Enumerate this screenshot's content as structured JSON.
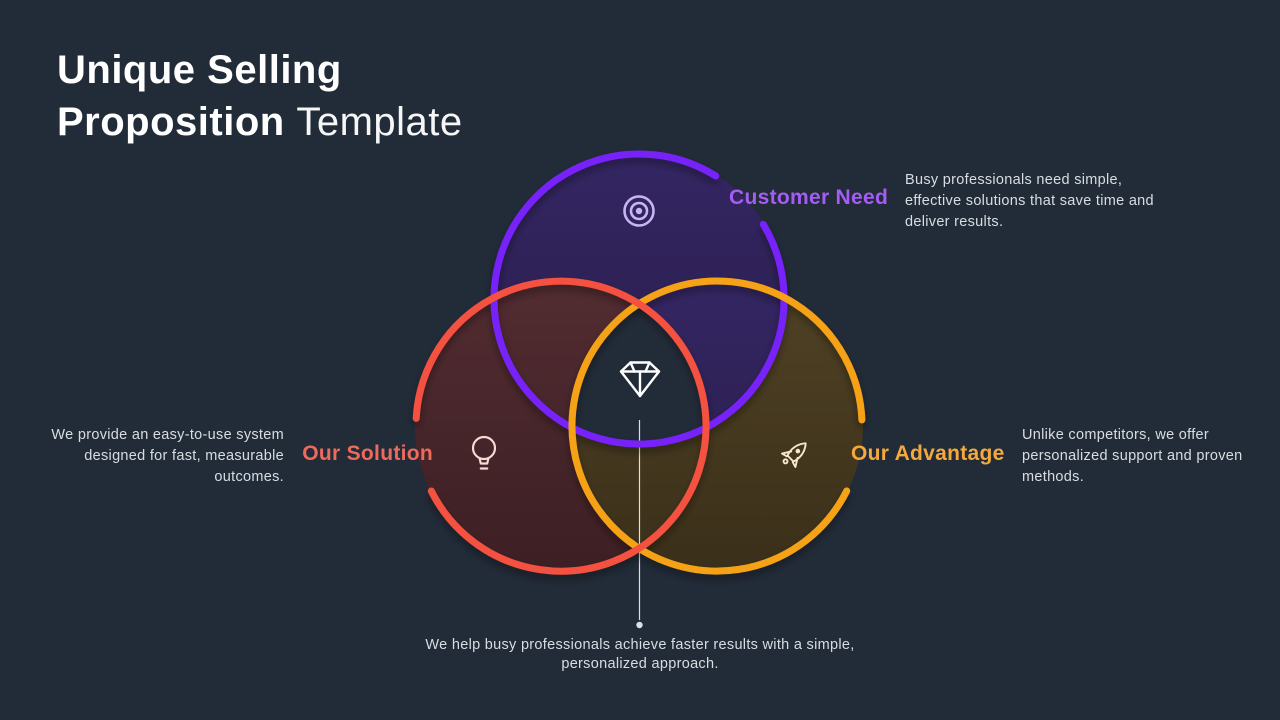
{
  "slide": {
    "title": {
      "line1": "Unique Selling",
      "line2_bold": "Proposition",
      "line2_light": "Template"
    }
  },
  "sections": {
    "customer_need": {
      "label": "Customer Need",
      "description": "Busy professionals need simple, effective solutions that save time and deliver results.",
      "icon": "target-icon"
    },
    "our_solution": {
      "label": "Our Solution",
      "description": "We provide an easy-to-use system designed for fast, measurable outcomes.",
      "icon": "lightbulb-icon"
    },
    "our_advantage": {
      "label": "Our Advantage",
      "description": "Unlike competitors, we offer personalized support and proven methods.",
      "icon": "rocket-icon"
    }
  },
  "center": {
    "icon": "diamond-icon",
    "caption": "We help busy professionals achieve faster results with a simple, personalized approach."
  },
  "theme": {
    "bg": "#222B38",
    "title_color": "#FFFFFF",
    "text_color": "#D8DDE2",
    "purple_stroke": "#7621F8",
    "red_stroke": "#F4513F",
    "orange_stroke": "#F6A219",
    "purple_fill": "#2E2152",
    "red_fill": "#4B282C",
    "orange_fill": "#493C20",
    "purple_label": "#A45CF5",
    "red_label": "#EF6A5D",
    "orange_label": "#F4A93D",
    "icon_lavender": "#C9B4F2",
    "icon_pink": "#F6DAD4",
    "icon_cream": "#F6E8CC",
    "diamond_color": "#FFFFFF",
    "line_color": "#DCE0E4"
  }
}
